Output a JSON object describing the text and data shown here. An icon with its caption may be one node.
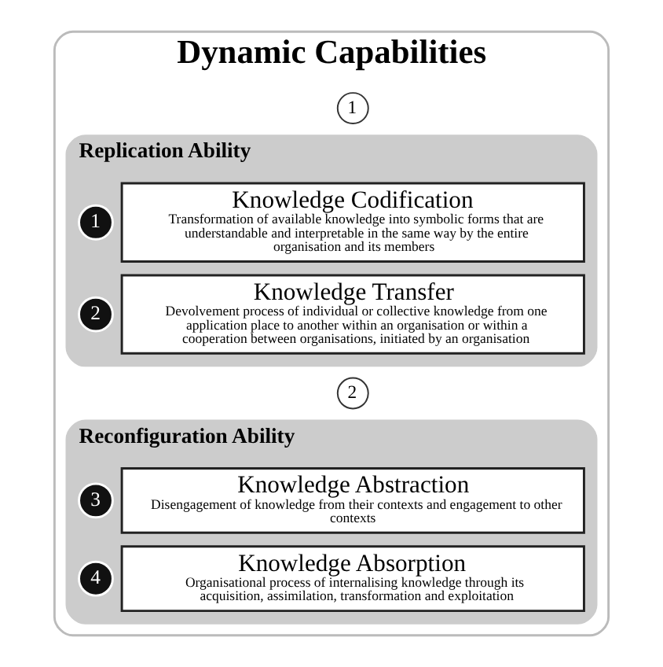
{
  "diagram": {
    "nodes": [
      {
        "text": [
          "Dynamic Capabilities"
        ]
      },
      {
        "text": [
          "1"
        ],
        "in": 0
      },
      {
        "text": [
          "Replication Ability"
        ],
        "in": 0
      },
      {
        "text": [
          "1"
        ],
        "in": 2
      },
      {
        "text": [
          "Knowledge Codification",
          "Transformation of available knowledge into symbolic forms that are understandable and interpretable in the same way by the entire organisation and its members"
        ],
        "in": 2
      },
      {
        "text": [
          "2"
        ],
        "in": 2
      },
      {
        "text": [
          "Knowledge Transfer",
          "Devolvement process of individual or collective knowledge from one application place to another within an organisation or within a cooperation between organisations, initiated by an organisation"
        ],
        "in": 2
      },
      {
        "text": [
          "2"
        ],
        "in": 0
      },
      {
        "text": [
          "Reconfiguration Ability"
        ],
        "in": 0
      },
      {
        "text": [
          "3"
        ],
        "in": 8
      },
      {
        "text": [
          "Knowledge Abstraction",
          "Disengagement of knowledge from their contexts and engagement to other contexts"
        ],
        "in": 8
      },
      {
        "text": [
          "4"
        ],
        "in": 8
      },
      {
        "text": [
          "Knowledge Absorption",
          "Organisational process of internalising knowledge through its acquisition, assimilation, transformation and exploitation"
        ],
        "in": 8
      }
    ]
  }
}
